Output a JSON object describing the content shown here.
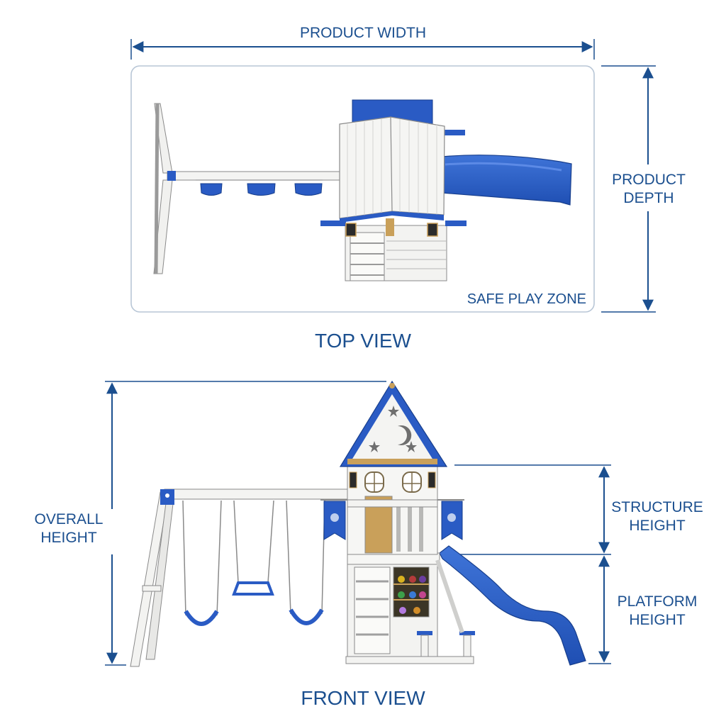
{
  "labels": {
    "product_width": "PRODUCT WIDTH",
    "product_depth_line1": "PRODUCT",
    "product_depth_line2": "DEPTH",
    "safe_play_zone": "SAFE PLAY ZONE",
    "top_view": "TOP VIEW",
    "overall_height_line1": "OVERALL",
    "overall_height_line2": "HEIGHT",
    "structure_height_line1": "STRUCTURE",
    "structure_height_line2": "HEIGHT",
    "platform_height_line1": "PLATFORM",
    "platform_height_line2": "HEIGHT",
    "front_view": "FRONT VIEW"
  },
  "colors": {
    "dimension_blue": "#1b4f8f",
    "accent_blue": "#2a5bc4",
    "wood_white": "#f1f1ef",
    "wood_tan": "#c9a05a",
    "zone_outline": "#b8c6d6"
  },
  "icons": {
    "dimension_arrow": "double-headed-arrow",
    "gable_decor": "moon-and-stars"
  }
}
